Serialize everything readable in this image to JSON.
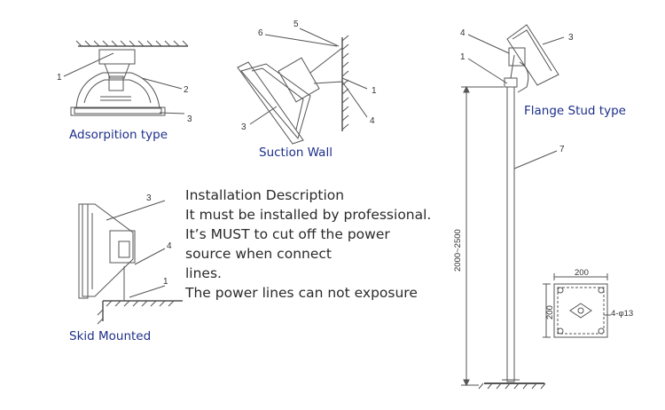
{
  "captions": {
    "adsorption": "Adsorpition type",
    "suction_wall": "Suction Wall",
    "flange_stud": "Flange Stud type",
    "skid_mounted": "Skid Mounted"
  },
  "callouts": {
    "adsorption": [
      "1",
      "2",
      "3"
    ],
    "suction_wall": [
      "5",
      "6",
      "1",
      "3",
      "4"
    ],
    "flange_stud": [
      "4",
      "3",
      "1",
      "7"
    ],
    "skid_mounted": [
      "3",
      "4",
      "1"
    ]
  },
  "description": {
    "title": "Installation Description",
    "lines": [
      "It must be installed by professional.",
      "It’s MUST to cut off the power\nsource when connect\nlines.",
      "The power lines can not exposure"
    ]
  },
  "dimensions": {
    "pole_height": "2000~2500",
    "plate_width": "200",
    "plate_height": "200",
    "holes": "4-φ13"
  }
}
